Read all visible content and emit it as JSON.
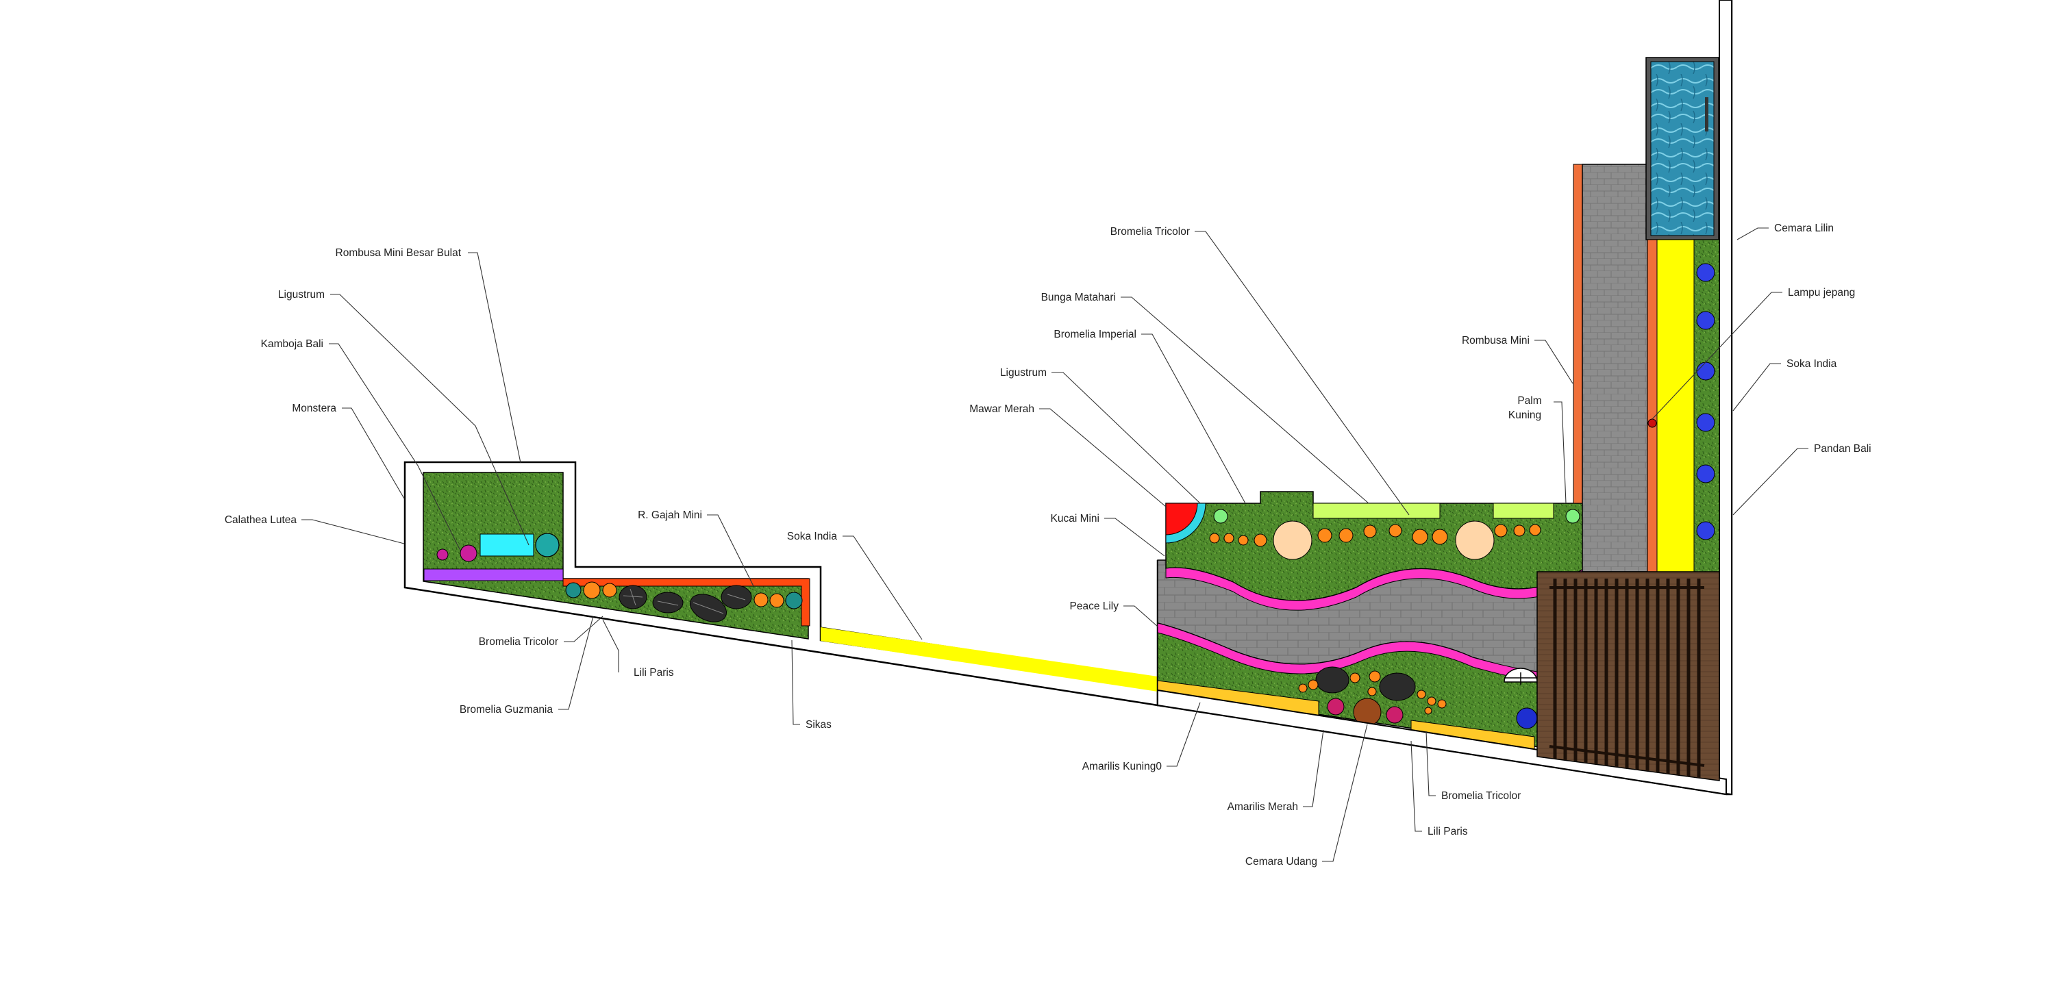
{
  "labels": {
    "rombusa_mini_besar_bulat": "Rombusa Mini Besar Bulat",
    "ligustrum_left": "Ligustrum",
    "kamboja_bali": "Kamboja Bali",
    "monstera": "Monstera",
    "calathea_lutea": "Calathea Lutea",
    "r_gajah_mini": "R. Gajah Mini",
    "soka_india_left": "Soka India",
    "bromelia_tricolor_left": "Bromelia Tricolor",
    "lili_paris_left": "Lili Paris",
    "bromelia_guzmania": "Bromelia Guzmania",
    "sikas": "Sikas",
    "bromelia_tricolor_top": "Bromelia Tricolor",
    "bunga_matahari": "Bunga Matahari",
    "bromelia_imperial": "Bromelia Imperial",
    "ligustrum_right": "Ligustrum",
    "mawar_merah": "Mawar Merah",
    "kucai_mini": "Kucai Mini",
    "peace_lily": "Peace Lily",
    "amarilis_kuning": "Amarilis Kuning0",
    "amarilis_merah": "Amarilis Merah",
    "cemara_udang": "Cemara Udang",
    "lili_paris_right": "Lili Paris",
    "bromelia_tricolor_bottom": "Bromelia Tricolor",
    "rombusa_mini": "Rombusa Mini",
    "palm_kuning_line1": "Palm",
    "palm_kuning_line2": "Kuning",
    "cemara_lilin": "Cemara Lilin",
    "lampu_jepang": "Lampu jepang",
    "soka_india_right": "Soka India",
    "pandan_bali": "Pandan Bali"
  },
  "colors": {
    "grass": "#4e8a2e",
    "paving": "#8c8c8c",
    "path_yellow": "#ffff00",
    "orange_edge": "#f07030",
    "magenta_band": "#ff3fbf",
    "purple_strip": "#b34dff",
    "pool": "#3aa0b8",
    "deck": "#6b4a33",
    "amarilis_yellow": "#ffc928"
  }
}
